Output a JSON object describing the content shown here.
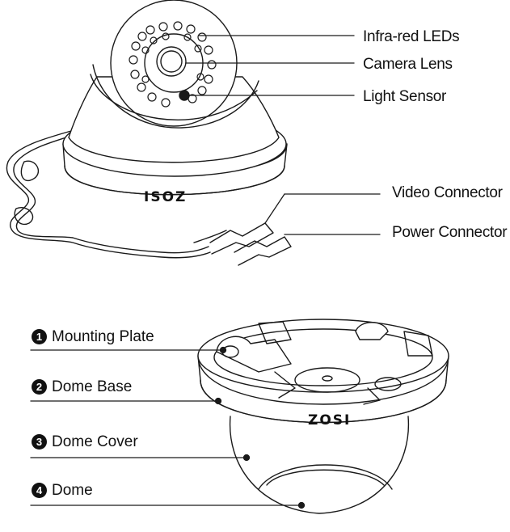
{
  "top_labels": {
    "infrared_leds": "Infra-red LEDs",
    "camera_lens": "Camera Lens",
    "light_sensor": "Light Sensor",
    "video_connector": "Video Connector",
    "power_connector": "Power Connector"
  },
  "bottom_labels": [
    {
      "number": "1",
      "text": "Mounting Plate"
    },
    {
      "number": "2",
      "text": "Dome Base"
    },
    {
      "number": "3",
      "text": "Dome Cover"
    },
    {
      "number": "4",
      "text": "Dome"
    }
  ],
  "brand": {
    "camera_logo_mirrored": "ISOZ",
    "dome_logo": "ZOSI"
  },
  "colors": {
    "line": "#1a1a1a",
    "fill": "#ffffff"
  }
}
